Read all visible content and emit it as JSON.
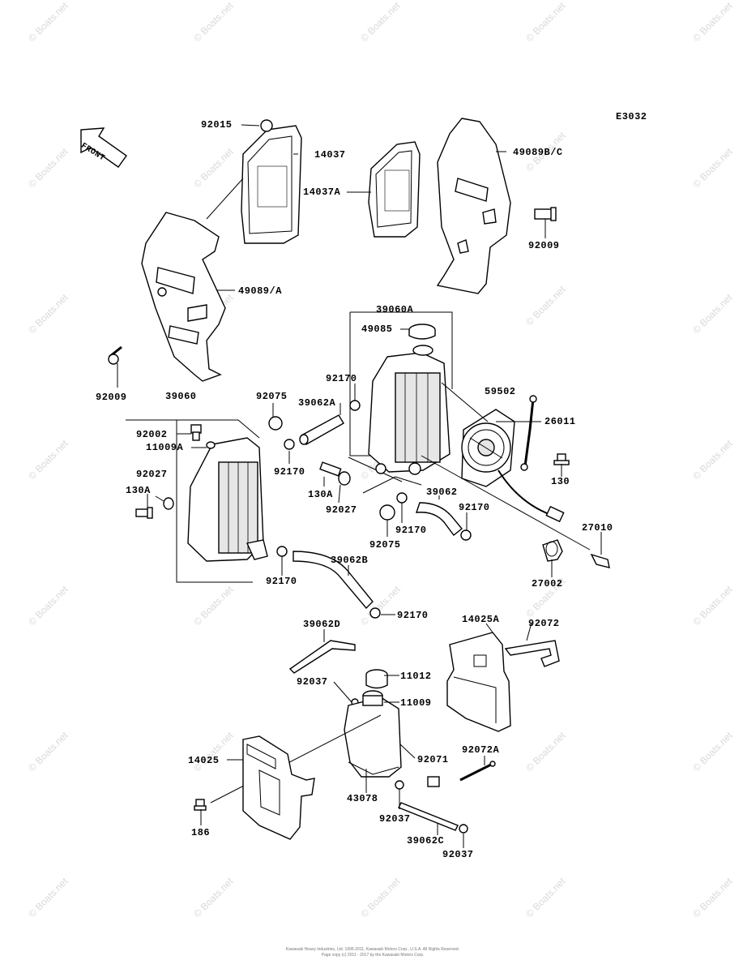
{
  "diagram_code": "E3032",
  "front_label": "FRONT",
  "watermark_text": "© Boats.net",
  "copyright_lines": [
    "Kawasaki Heavy Industries, Ltd. 1995-2011, Kawasaki Motors Corp., U.S.A. All Rights Reserved.",
    "Page copy (c) 2011 - 2017 by the Kawasaki Motors Corp."
  ],
  "callouts": {
    "c_92015": "92015",
    "c_14037": "14037",
    "c_14037A": "14037A",
    "c_49089BC": "49089B/C",
    "c_92009_r": "92009",
    "c_49089A": "49089/A",
    "c_92009_l": "92009",
    "c_39060A": "39060A",
    "c_49085": "49085",
    "c_92170_a": "92170",
    "c_39062A": "39062A",
    "c_59502": "59502",
    "c_26011": "26011",
    "c_39060": "39060",
    "c_92075_a": "92075",
    "c_92002": "92002",
    "c_11009A": "11009A",
    "c_92027_l": "92027",
    "c_130A_l": "130A",
    "c_92170_b": "92170",
    "c_130A_m": "130A",
    "c_92027_m": "92027",
    "c_130": "130",
    "c_39062": "39062",
    "c_92170_c": "92170",
    "c_92170_d": "92170",
    "c_92075_b": "92075",
    "c_27010": "27010",
    "c_92170_e": "92170",
    "c_39062B": "39062B",
    "c_27002": "27002",
    "c_92170_f": "92170",
    "c_14025A": "14025A",
    "c_92072": "92072",
    "c_39062D": "39062D",
    "c_11012": "11012",
    "c_92037_a": "92037",
    "c_11009": "11009",
    "c_92072A": "92072A",
    "c_14025": "14025",
    "c_92071": "92071",
    "c_43078": "43078",
    "c_186": "186",
    "c_92037_b": "92037",
    "c_39062C": "39062C",
    "c_92037_c": "92037"
  }
}
